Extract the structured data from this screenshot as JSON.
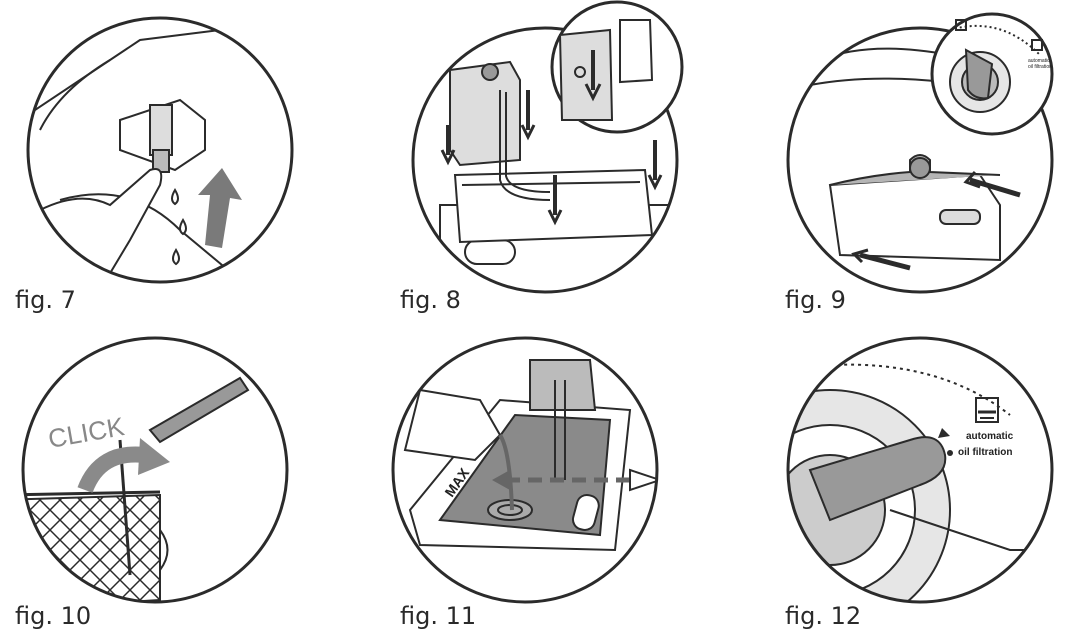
{
  "figures": [
    {
      "id": "fig7",
      "caption": "fig. 7"
    },
    {
      "id": "fig8",
      "caption": "fig. 8"
    },
    {
      "id": "fig9",
      "caption": "fig. 9"
    },
    {
      "id": "fig10",
      "caption": "fig. 10",
      "annotation": "CLICK"
    },
    {
      "id": "fig11",
      "caption": "fig. 11",
      "annotation": "MAX"
    },
    {
      "id": "fig12",
      "caption": "fig. 12",
      "annotation_line1": "automatic",
      "annotation_line2": "oil filtration"
    }
  ],
  "fig9_inset_labels": [
    "automatic",
    "oil filtration"
  ],
  "colors": {
    "stroke": "#2b2b2b",
    "fill_gray": "#7a7a7a",
    "light_gray": "#e6e6e6",
    "mid_gray": "#b5b5b5"
  }
}
